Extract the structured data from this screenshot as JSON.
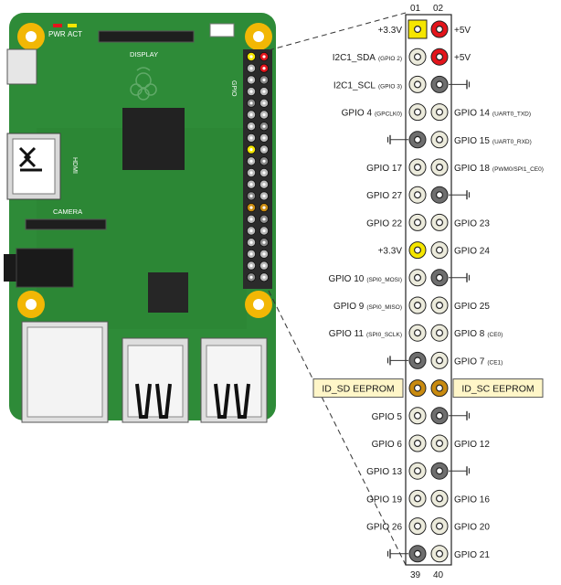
{
  "board": {
    "pwr_label": "PWR",
    "act_label": "ACT",
    "display_label": "DISPLAY",
    "hdmi_label": "HDMI",
    "camera_label": "CAMERA",
    "gpio_label": "GPIO"
  },
  "header": {
    "top_left_number": "01",
    "top_right_number": "02",
    "bottom_left_number": "39",
    "bottom_right_number": "40"
  },
  "colors": {
    "board_green": "#2e8b38",
    "mount_hole": "#f2b705",
    "pin_3v3": "#f5e600",
    "pin_5v": "#e3141b",
    "pin_gnd": "#6e6e6e",
    "pin_gpio": "#ecebdc",
    "pin_eeprom": "#c98b10",
    "eeprom_box": "#fff6c8"
  },
  "pins": [
    {
      "row": 1,
      "left": {
        "type": "3v3",
        "label": "+3.3V"
      },
      "right": {
        "type": "5v",
        "label": "+5V"
      }
    },
    {
      "row": 2,
      "left": {
        "type": "gpio",
        "label": "I2C1_SDA",
        "sub": "(GPIO 2)"
      },
      "right": {
        "type": "5v",
        "label": "+5V"
      }
    },
    {
      "row": 3,
      "left": {
        "type": "gpio",
        "label": "I2C1_SCL",
        "sub": "(GPIO 3)"
      },
      "right": {
        "type": "gnd"
      }
    },
    {
      "row": 4,
      "left": {
        "type": "gpio",
        "label": "GPIO 4",
        "sub": "(GPCLK0)"
      },
      "right": {
        "type": "gpio",
        "label": "GPIO 14",
        "sub": "(UART0_TXD)"
      }
    },
    {
      "row": 5,
      "left": {
        "type": "gnd"
      },
      "right": {
        "type": "gpio",
        "label": "GPIO 15",
        "sub": "(UART0_RXD)"
      }
    },
    {
      "row": 6,
      "left": {
        "type": "gpio",
        "label": "GPIO 17"
      },
      "right": {
        "type": "gpio",
        "label": "GPIO 18",
        "sub": "(PWM0/SPI1_CE0)"
      }
    },
    {
      "row": 7,
      "left": {
        "type": "gpio",
        "label": "GPIO 27"
      },
      "right": {
        "type": "gnd"
      }
    },
    {
      "row": 8,
      "left": {
        "type": "gpio",
        "label": "GPIO 22"
      },
      "right": {
        "type": "gpio",
        "label": "GPIO 23"
      }
    },
    {
      "row": 9,
      "left": {
        "type": "3v3",
        "label": "+3.3V"
      },
      "right": {
        "type": "gpio",
        "label": "GPIO 24"
      }
    },
    {
      "row": 10,
      "left": {
        "type": "gpio",
        "label": "GPIO 10",
        "sub": "(SPI0_MOSI)"
      },
      "right": {
        "type": "gnd"
      }
    },
    {
      "row": 11,
      "left": {
        "type": "gpio",
        "label": "GPIO 9",
        "sub": "(SPI0_MISO)"
      },
      "right": {
        "type": "gpio",
        "label": "GPIO 25"
      }
    },
    {
      "row": 12,
      "left": {
        "type": "gpio",
        "label": "GPIO 11",
        "sub": "(SPI0_SCLK)"
      },
      "right": {
        "type": "gpio",
        "label": "GPIO 8",
        "sub": "(CE0)"
      }
    },
    {
      "row": 13,
      "left": {
        "type": "gnd"
      },
      "right": {
        "type": "gpio",
        "label": "GPIO 7",
        "sub": "(CE1)"
      }
    },
    {
      "row": 14,
      "left": {
        "type": "eeprom",
        "label": "ID_SD EEPROM"
      },
      "right": {
        "type": "eeprom",
        "label": "ID_SC EEPROM"
      }
    },
    {
      "row": 15,
      "left": {
        "type": "gpio",
        "label": "GPIO 5"
      },
      "right": {
        "type": "gnd"
      }
    },
    {
      "row": 16,
      "left": {
        "type": "gpio",
        "label": "GPIO 6"
      },
      "right": {
        "type": "gpio",
        "label": "GPIO 12"
      }
    },
    {
      "row": 17,
      "left": {
        "type": "gpio",
        "label": "GPIO 13"
      },
      "right": {
        "type": "gnd"
      }
    },
    {
      "row": 18,
      "left": {
        "type": "gpio",
        "label": "GPIO 19"
      },
      "right": {
        "type": "gpio",
        "label": "GPIO 16"
      }
    },
    {
      "row": 19,
      "left": {
        "type": "gpio",
        "label": "GPIO 26"
      },
      "right": {
        "type": "gpio",
        "label": "GPIO 20"
      }
    },
    {
      "row": 20,
      "left": {
        "type": "gnd"
      },
      "right": {
        "type": "gpio",
        "label": "GPIO 21"
      }
    }
  ]
}
